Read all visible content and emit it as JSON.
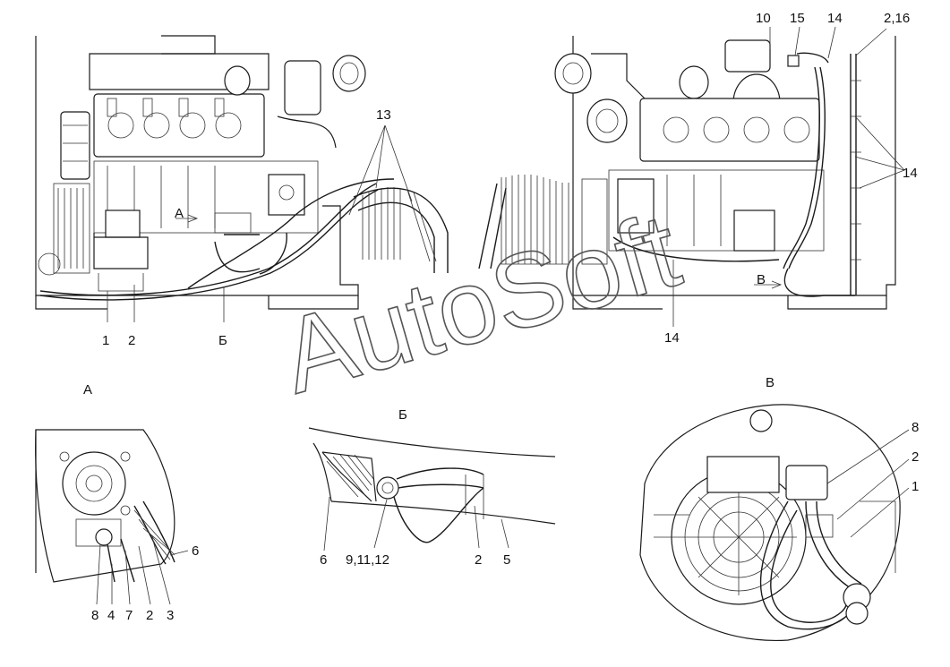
{
  "watermark": "AutoSoft",
  "views": {
    "a_title": "А",
    "b_title": "Б",
    "v_title": "В"
  },
  "labels": {
    "top_left_1": "1",
    "top_left_2": "2",
    "top_left_b": "Б",
    "top_left_a": "А",
    "top_left_13": "13",
    "top_right_10": "10",
    "top_right_15": "15",
    "top_right_14a": "14",
    "top_right_2_16": "2,16",
    "top_right_14b": "14",
    "top_right_14c": "14",
    "top_right_v": "В",
    "detail_a_6": "6",
    "detail_a_8": "8",
    "detail_a_4": "4",
    "detail_a_7": "7",
    "detail_a_2": "2",
    "detail_a_3": "3",
    "detail_b_6": "6",
    "detail_b_9_11_12": "9,11,12",
    "detail_b_2": "2",
    "detail_b_5": "5",
    "detail_v_8": "8",
    "detail_v_2": "2",
    "detail_v_1": "1"
  }
}
